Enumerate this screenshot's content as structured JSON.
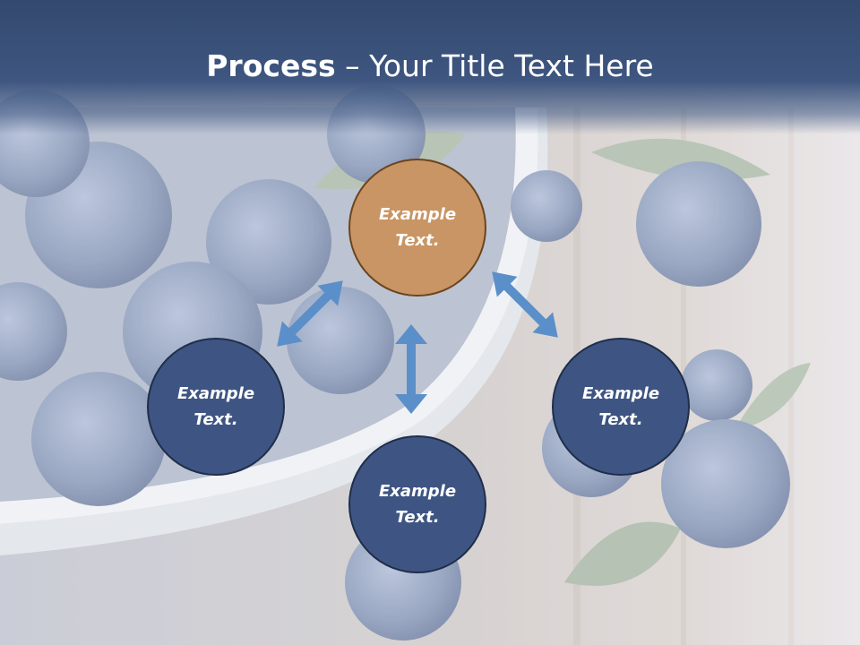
{
  "slide": {
    "title_bold": "Process",
    "title_rest": " – Your Title Text Here"
  },
  "nodes": {
    "top": "Example\nText.",
    "left": "Example\nText.",
    "right": "Example\nText.",
    "bottom": "Example\nText."
  },
  "colors": {
    "header": "#3e5680",
    "node_blue": "#3e5583",
    "node_orange": "#c99564",
    "arrow": "#5b8fc9"
  }
}
